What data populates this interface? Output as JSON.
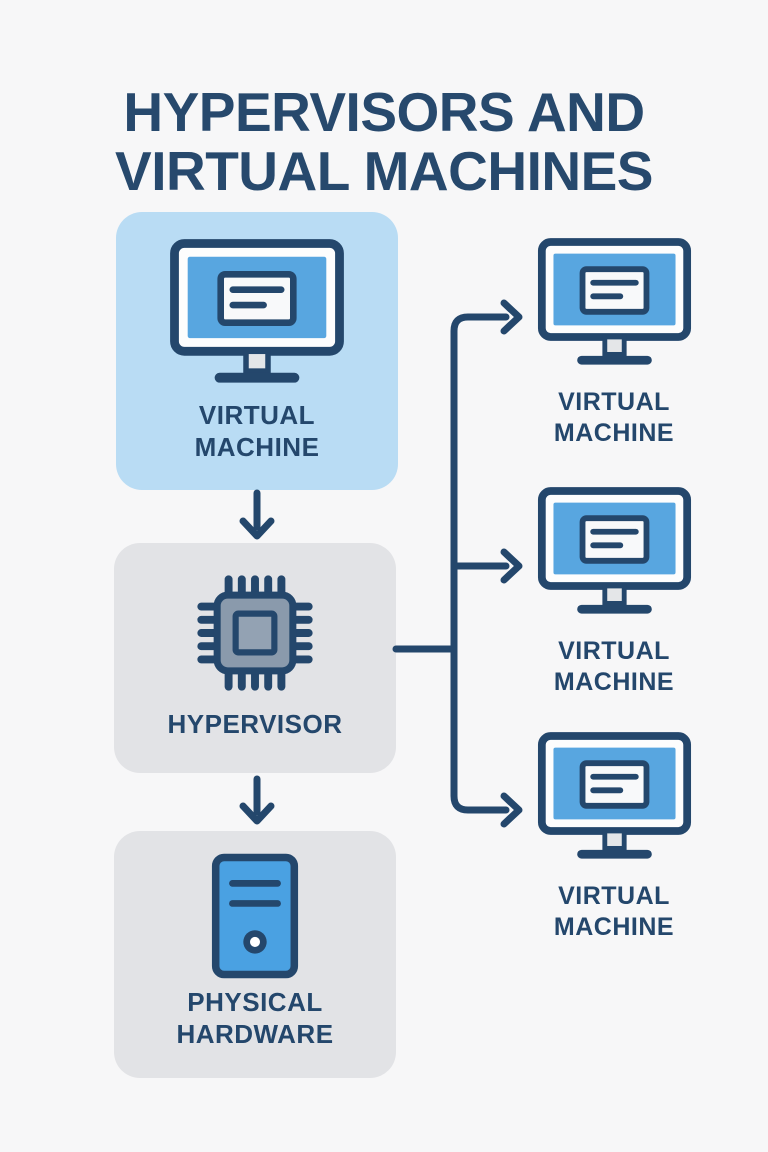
{
  "title": "HYPERVISORS AND VIRTUAL MACHINES",
  "colors": {
    "navy_line": "#24476c",
    "title_navy": "#27496d",
    "light_blue_box": "#b9dcf4",
    "gray_box": "#e2e3e6",
    "screen_blue": "#58a6e0",
    "server_blue": "#4aa1e2",
    "chip_gray_blue": "#8a9aac",
    "stand_gray": "#e4e6e8",
    "background": "#f7f7f8"
  },
  "left_column": {
    "vm_box": {
      "label": "VIRTUAL MACHINE",
      "icon": "monitor-icon"
    },
    "hypervisor_box": {
      "label": "HYPERVISOR",
      "icon": "cpu-chip-icon"
    },
    "hardware_box": {
      "label": "PHYSICAL HARDWARE",
      "icon": "server-tower-icon"
    }
  },
  "right_column": {
    "vm_items": [
      {
        "label": "VIRTUAL MACHINE",
        "icon": "monitor-icon"
      },
      {
        "label": "VIRTUAL MACHINE",
        "icon": "monitor-icon"
      },
      {
        "label": "VIRTUAL MACHINE",
        "icon": "monitor-icon"
      }
    ]
  },
  "connections": [
    "virtual-machine to hypervisor (down arrow)",
    "hypervisor to physical-hardware (down arrow)",
    "hypervisor branches to three virtual-machines (right arrows)"
  ]
}
